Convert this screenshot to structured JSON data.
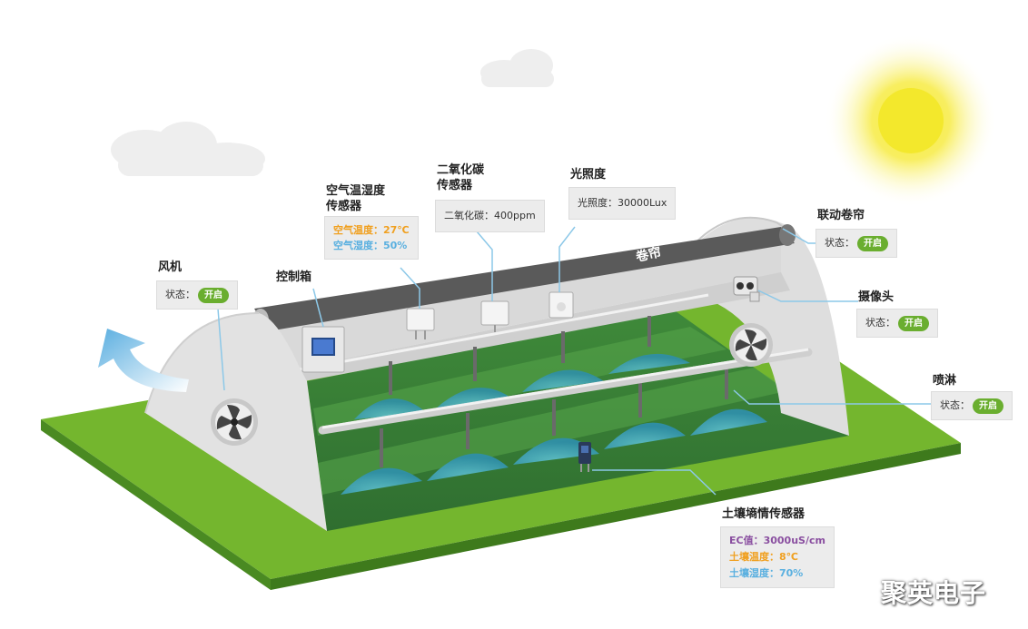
{
  "fan": {
    "title": "风机",
    "status_label": "状态：",
    "status_value": "开启"
  },
  "control_box": {
    "title": "控制箱"
  },
  "air_sensor": {
    "title_line1": "空气温湿度",
    "title_line2": "传感器",
    "temp_text": "空气温度：27℃",
    "humidity_text": "空气湿度：50%"
  },
  "co2_sensor": {
    "title_line1": "二氧化碳",
    "title_line2": "传感器",
    "reading": "二氧化碳：400ppm"
  },
  "light_sensor": {
    "title": "光照度",
    "reading": "光照度：30000Lux"
  },
  "roller_curtain": {
    "title": "联动卷帘",
    "status_label": "状态：",
    "status_value": "开启",
    "bar_text": "卷帘"
  },
  "camera": {
    "title": "摄像头",
    "status_label": "状态：",
    "status_value": "开启"
  },
  "sprinkler": {
    "title": "喷淋",
    "status_label": "状态：",
    "status_value": "开启"
  },
  "soil_sensor": {
    "title": "土壤墒情传感器",
    "ec_text": "EC值：3000uS/cm",
    "temp_text": "土壤温度：8℃",
    "humidity_text": "土壤湿度：70%"
  },
  "watermark": "聚英电子",
  "colors": {
    "grass_top": "#74b62e",
    "grass_side": "#3f7a1e",
    "panel": "#dcdcdc",
    "curtain": "#5a5a5a",
    "accent_green": "#6aae2f",
    "pipe": "#d8d8d8",
    "dome": "#5ab4c8",
    "leader": "#8cc8e8"
  }
}
